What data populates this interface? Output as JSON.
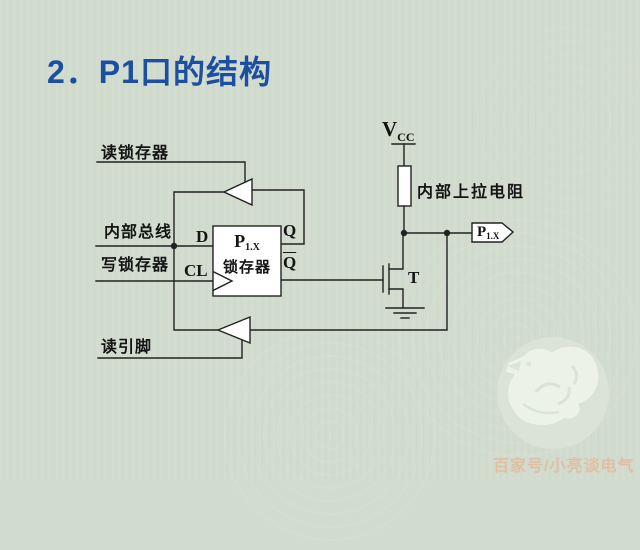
{
  "slide": {
    "title": "2．P1口的结构",
    "watermark": "百家号/小亮谈电气"
  },
  "diagram": {
    "left_labels": {
      "read_latch": "读锁存器",
      "internal_bus": "内部总线",
      "write_latch": "写锁存器",
      "read_pin": "读引脚"
    },
    "power": {
      "vcc_main": "V",
      "vcc_sub": "CC",
      "pullup_label": "内部上拉电阻"
    },
    "latch": {
      "d": "D",
      "cl": "CL",
      "q": "Q",
      "qbar": "Q",
      "name_main": "P",
      "name_sub": "1.X",
      "name_cn": "锁存器"
    },
    "output": {
      "pin_main": "P",
      "pin_sub": "1.X",
      "transistor": "T"
    },
    "colors": {
      "background": "#d1dbce",
      "line": "#222222",
      "title_blue": "#1d4fa0",
      "watermark_text": "#e2beA2",
      "shape_fill": "#ffffff",
      "dragon_circle": "#dae3d5",
      "dragon_body": "#edf2e9"
    }
  }
}
